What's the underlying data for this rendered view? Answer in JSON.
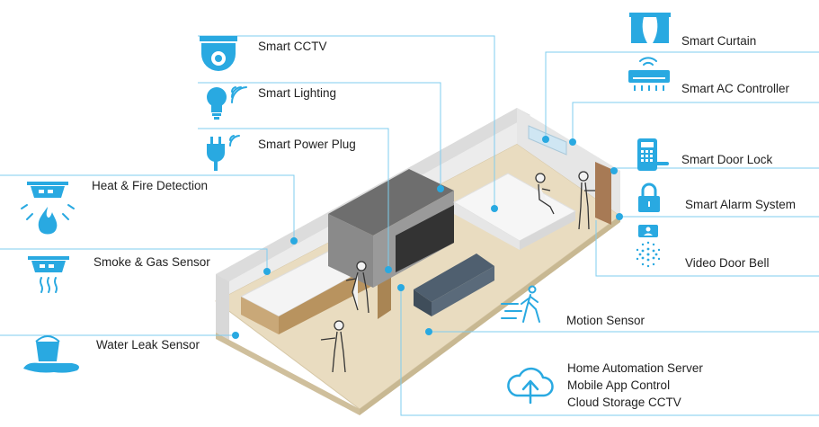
{
  "colors": {
    "accent": "#29a9e1",
    "line": "#7fcdef",
    "text": "#222222"
  },
  "features": {
    "smart_cctv": {
      "label": "Smart CCTV",
      "icon": "cctv-camera-icon"
    },
    "smart_lighting": {
      "label": "Smart Lighting",
      "icon": "light-bulb-icon"
    },
    "smart_power_plug": {
      "label": "Smart Power Plug",
      "icon": "power-plug-icon"
    },
    "heat_fire_detection": {
      "label": "Heat & Fire Detection",
      "icon": "fire-detector-icon"
    },
    "smoke_gas_sensor": {
      "label": "Smoke & Gas Sensor",
      "icon": "smoke-detector-icon"
    },
    "water_leak_sensor": {
      "label": "Water Leak Sensor",
      "icon": "water-bucket-icon"
    },
    "smart_curtain": {
      "label": "Smart Curtain",
      "icon": "curtain-icon"
    },
    "smart_ac_controller": {
      "label": "Smart AC Controller",
      "icon": "air-conditioner-icon"
    },
    "smart_door_lock": {
      "label": "Smart Door Lock",
      "icon": "door-lock-keypad-icon"
    },
    "smart_alarm_system": {
      "label": "Smart Alarm System",
      "icon": "padlock-icon"
    },
    "video_door_bell": {
      "label": "Video Door Bell",
      "icon": "video-doorbell-icon"
    },
    "motion_sensor": {
      "label": "Motion Sensor",
      "icon": "walking-person-icon"
    },
    "cloud_services": {
      "icon": "cloud-upload-icon",
      "lines": [
        "Home Automation Server",
        "Mobile App Control",
        "Cloud Storage CCTV"
      ]
    }
  }
}
